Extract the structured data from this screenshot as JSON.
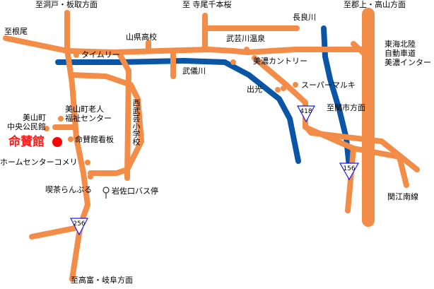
{
  "map": {
    "colors": {
      "road": "#f28c46",
      "river": "#0a55a5",
      "poi": "#f28c46",
      "highlight": "#ff0000",
      "shield": "#1a1aff"
    },
    "directions": {
      "north_left": "至洞戸・板取方面",
      "north_center": "至 寺尾千本桜",
      "north_right": "至郡上・高山方面",
      "west": "至根尾",
      "south": "至高富・岐阜方面",
      "seki": "至関市方面"
    },
    "rivers": {
      "nagara": "長良川",
      "mugi": "武儀川"
    },
    "railway": "関江南線",
    "expressway": "東海北陸\n自動車道\n美濃インター",
    "route_shields": {
      "r256": "256",
      "r418": "418",
      "r156": "156"
    },
    "landmarks": {
      "timely": "タイムリー",
      "yamagata_high": "山県高校",
      "mugi_onsen": "武芸川温泉",
      "mino_country": "美濃カントリー",
      "super_maruki": "スーパーマルキ",
      "idemitsu": "出光",
      "elderly_center": "美山町老人\n福祉センター",
      "mino_school": "西武芸小学校",
      "community_hall": "美山町\n中央公民館",
      "meisankan": "命賛館",
      "meisankan_sign": "命賛館看板",
      "home_center": "ホームセンターコメリ",
      "cafe": "喫茶らんぶる",
      "bus_stop": "岩佐口バス停"
    }
  }
}
